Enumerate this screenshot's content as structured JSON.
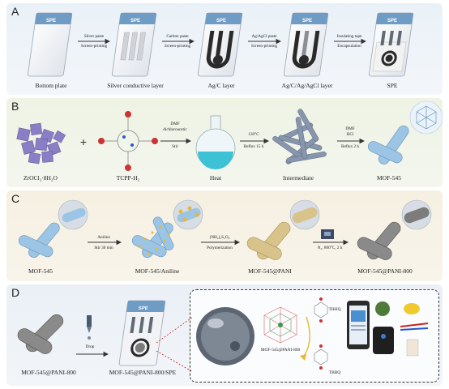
{
  "panel_a": {
    "label": "A",
    "steps": [
      {
        "caption": "Bottom plate",
        "spe_text": "SPE"
      },
      {
        "caption": "Silver conductive layer",
        "spe_text": "SPE"
      },
      {
        "caption": "Ag/C layer",
        "spe_text": "SPE"
      },
      {
        "caption": "Ag/C/Ag/AgCl layer",
        "spe_text": "SPE"
      },
      {
        "caption": "SPE",
        "spe_text": "SPE"
      }
    ],
    "arrows": [
      {
        "top": "Silver paste",
        "bottom": "Screen-printing"
      },
      {
        "top": "Carbon paste",
        "bottom": "Screen-printing"
      },
      {
        "top": "Ag/AgCl paste",
        "bottom": "Screen-printing"
      },
      {
        "top": "Insulating tape",
        "bottom": "Encapsulation"
      }
    ]
  },
  "panel_b": {
    "label": "B",
    "items": [
      {
        "caption": "ZrOCl₂·8H₂O"
      },
      {
        "caption": "TCPP-H₂"
      },
      {
        "caption": "Heat"
      },
      {
        "caption": "Intermediate"
      },
      {
        "caption": "MOF-545"
      }
    ],
    "plus": "+",
    "arrows": [
      {
        "lines": [
          "DMF",
          "dichloroacetic",
          "",
          "Stir"
        ]
      },
      {
        "lines": [
          "130°C",
          "",
          "Reflux 15 h"
        ]
      },
      {
        "lines": [
          "DMF",
          "HCl",
          "",
          "Reflux 2 h"
        ]
      }
    ]
  },
  "panel_c": {
    "label": "C",
    "items": [
      {
        "caption": "MOF-545"
      },
      {
        "caption": "MOF-545/Aniline"
      },
      {
        "caption": "MOF-545@PANI"
      },
      {
        "caption": "MOF-545@PANI-800"
      }
    ],
    "arrows": [
      {
        "top": "Aniline",
        "bottom": "Stir 30 min"
      },
      {
        "top": "(NH₄)₂S₂O₈",
        "bottom": "Polymerization"
      },
      {
        "top": "",
        "bottom": "N₂, 800°C, 2 h"
      }
    ]
  },
  "panel_d": {
    "label": "D",
    "items": [
      {
        "caption": "MOF-545@PANI-800"
      },
      {
        "caption": "MOF-545@PANI-800/SPE"
      }
    ],
    "drop_label": "Drop",
    "inset": {
      "structure_caption": "MOF-545@PANI-800",
      "molecule_top": "THHQ",
      "molecule_bottom": "TBBQ"
    }
  },
  "colors": {
    "mof_blue": "#9cc4e4",
    "pani_tan": "#d8c48a",
    "carbon_gray": "#8a8a8a",
    "spe_card": "#5f8fb8"
  }
}
